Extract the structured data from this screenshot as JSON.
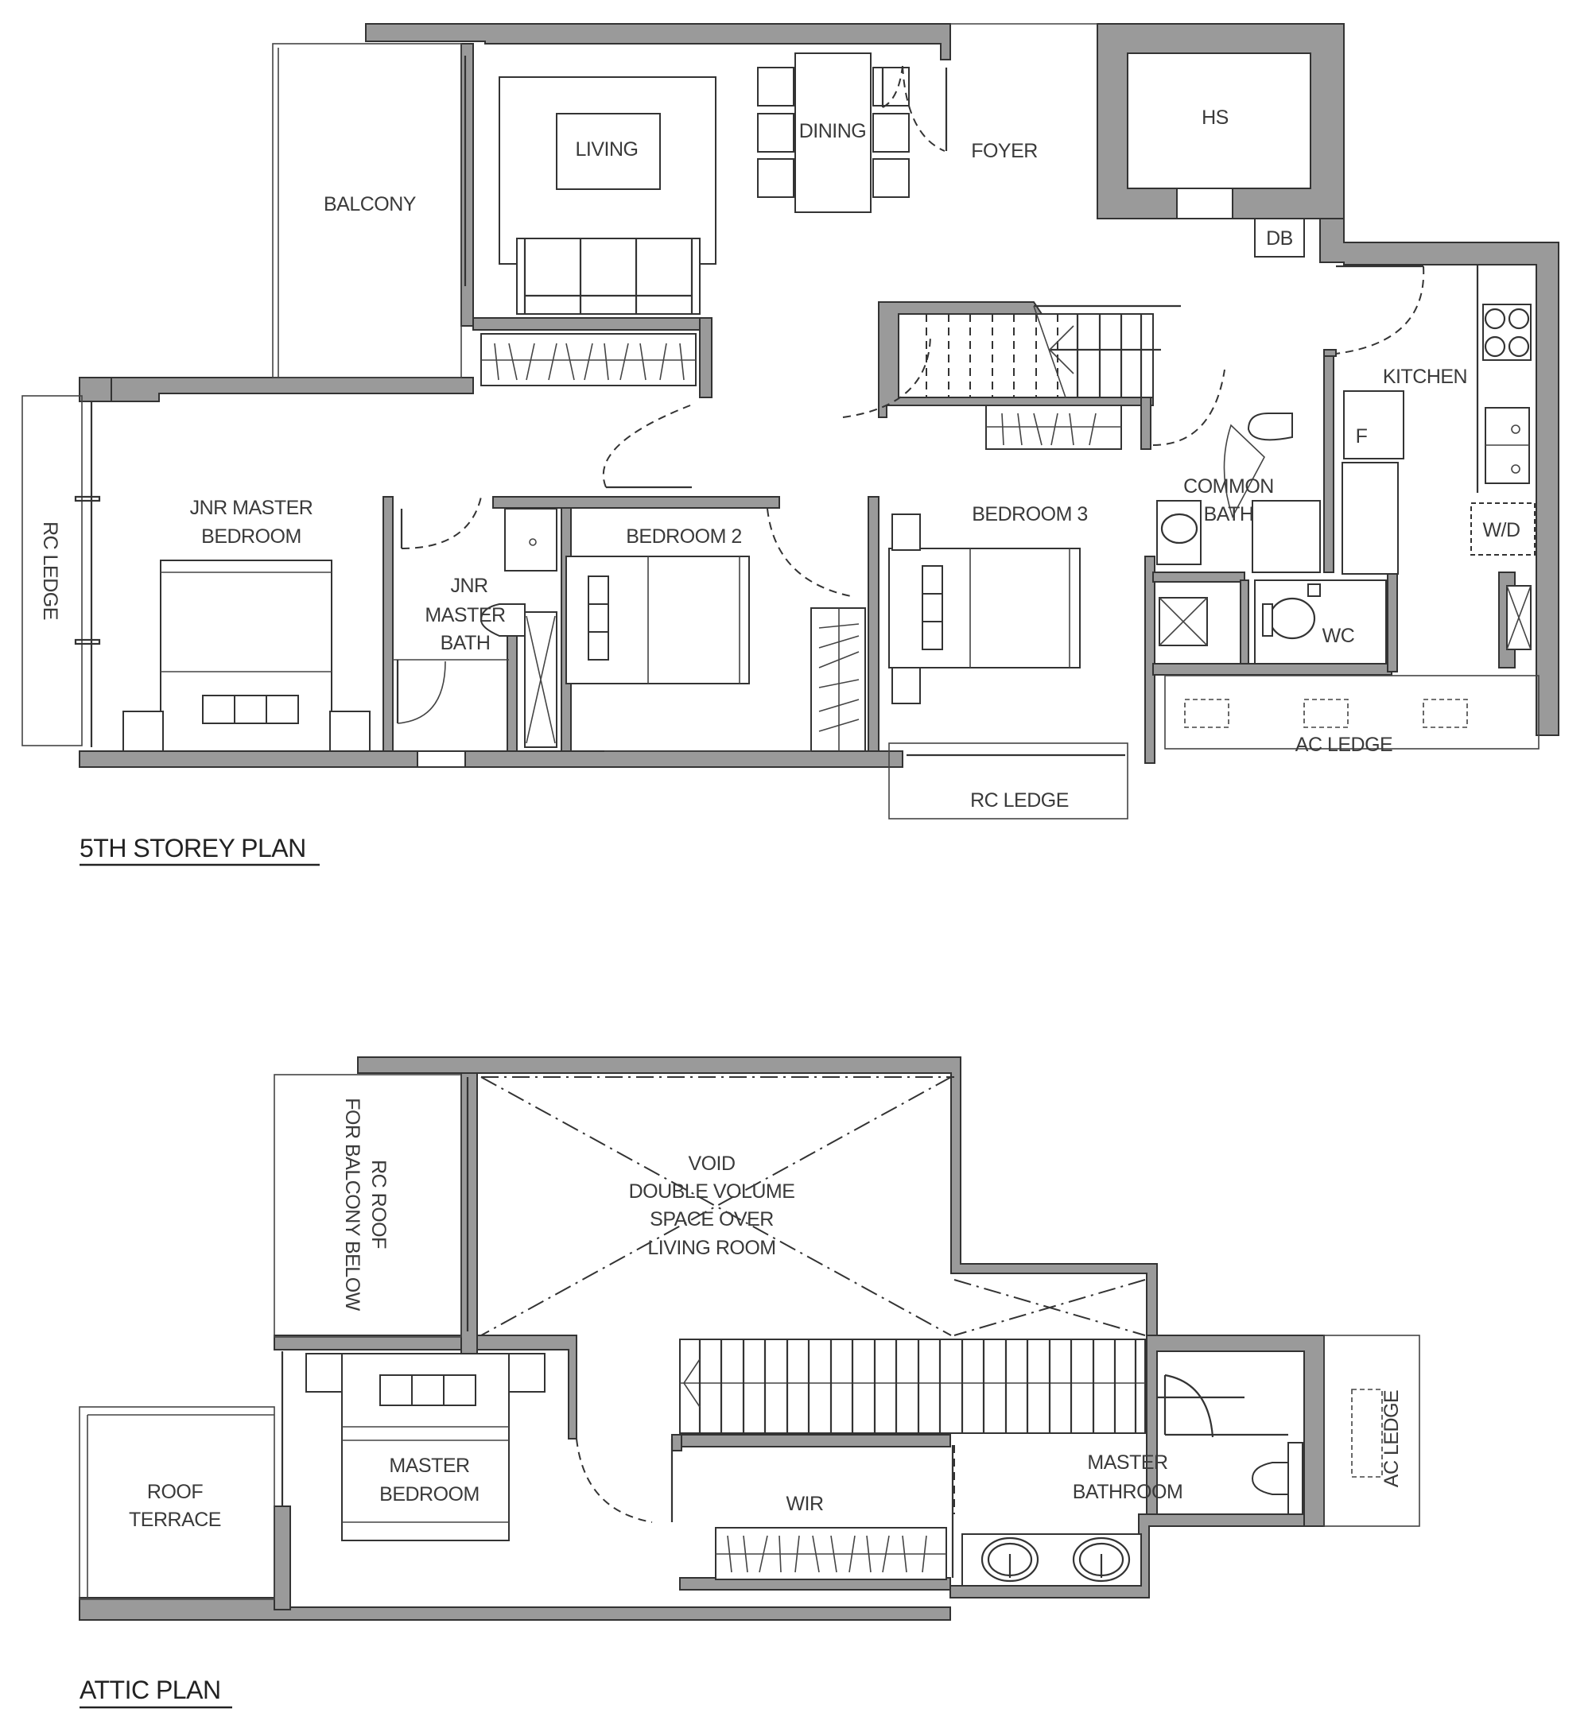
{
  "plans": [
    {
      "title": "5TH STOREY PLAN",
      "rooms": {
        "living": "LIVING",
        "dining": "DINING",
        "foyer": "FOYER",
        "hs": "HS",
        "db": "DB",
        "balcony": "BALCONY",
        "kitchen": "KITCHEN",
        "fridge": "F",
        "washer_dryer": "W/D",
        "jnr_master_bedroom_1": "JNR MASTER",
        "jnr_master_bedroom_2": "BEDROOM",
        "jnr_master_bath_1": "JNR",
        "jnr_master_bath_2": "MASTER",
        "jnr_master_bath_3": "BATH",
        "bedroom_2": "BEDROOM 2",
        "bedroom_3": "BEDROOM 3",
        "common_bath_1": "COMMON",
        "common_bath_2": "BATH",
        "wc": "WC",
        "ac_ledge": "AC LEDGE",
        "rc_ledge_left": "RC LEDGE",
        "rc_ledge_bottom": "RC LEDGE"
      }
    },
    {
      "title": "ATTIC PLAN",
      "rooms": {
        "rc_roof_1": "RC ROOF",
        "rc_roof_2": "FOR BALCONY BELOW",
        "void_1": "VOID",
        "void_2": "DOUBLE VOLUME",
        "void_3": "SPACE OVER",
        "void_4": "LIVING ROOM",
        "roof_terrace_1": "ROOF",
        "roof_terrace_2": "TERRACE",
        "master_bedroom_1": "MASTER",
        "master_bedroom_2": "BEDROOM",
        "wir": "WIR",
        "master_bathroom_1": "MASTER",
        "master_bathroom_2": "BATHROOM",
        "ac_ledge": "AC LEDGE"
      }
    }
  ],
  "colors": {
    "wall_fill": "#9a9a9a",
    "line": "#333333",
    "background": "#ffffff"
  }
}
